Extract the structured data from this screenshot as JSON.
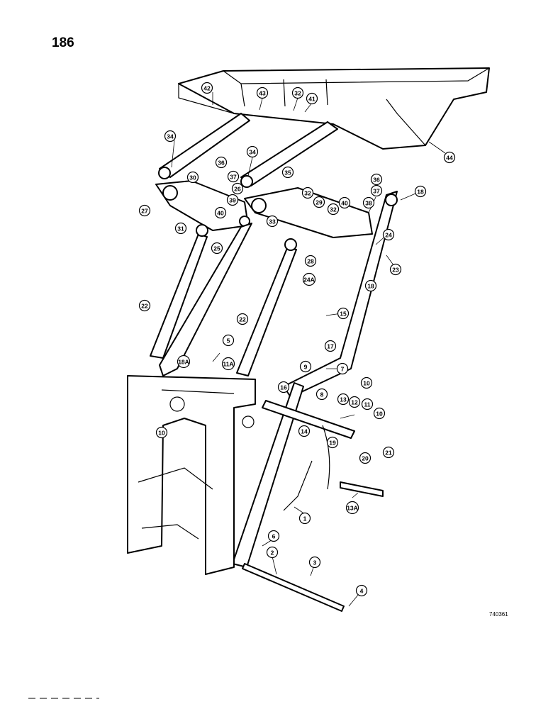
{
  "page": {
    "number": "186",
    "drawing_number": "740361"
  },
  "callouts": [
    {
      "id": "c42",
      "label": "42"
    },
    {
      "id": "c43",
      "label": "43"
    },
    {
      "id": "c32a",
      "label": "32"
    },
    {
      "id": "c41",
      "label": "41"
    },
    {
      "id": "c44",
      "label": "44"
    },
    {
      "id": "c34a",
      "label": "34"
    },
    {
      "id": "c34b",
      "label": "34"
    },
    {
      "id": "c35",
      "label": "35"
    },
    {
      "id": "c30",
      "label": "30"
    },
    {
      "id": "c36a",
      "label": "36"
    },
    {
      "id": "c37a",
      "label": "37"
    },
    {
      "id": "c26",
      "label": "26"
    },
    {
      "id": "c39",
      "label": "39"
    },
    {
      "id": "c40",
      "label": "40"
    },
    {
      "id": "c27",
      "label": "27"
    },
    {
      "id": "c31",
      "label": "31"
    },
    {
      "id": "c32b",
      "label": "32"
    },
    {
      "id": "c29",
      "label": "29"
    },
    {
      "id": "c32c",
      "label": "32"
    },
    {
      "id": "c33",
      "label": "33"
    },
    {
      "id": "c36b",
      "label": "36"
    },
    {
      "id": "c37b",
      "label": "37"
    },
    {
      "id": "c40b",
      "label": "40"
    },
    {
      "id": "c38",
      "label": "38"
    },
    {
      "id": "c18",
      "label": "18"
    },
    {
      "id": "c25",
      "label": "25"
    },
    {
      "id": "c24",
      "label": "24"
    },
    {
      "id": "c28",
      "label": "28"
    },
    {
      "id": "c23",
      "label": "23"
    },
    {
      "id": "c24a",
      "label": "24A"
    },
    {
      "id": "c18b",
      "label": "18"
    },
    {
      "id": "c22a",
      "label": "22"
    },
    {
      "id": "c22b",
      "label": "22"
    },
    {
      "id": "c15",
      "label": "15"
    },
    {
      "id": "c5",
      "label": "5"
    },
    {
      "id": "c17",
      "label": "17"
    },
    {
      "id": "c18a",
      "label": "18A"
    },
    {
      "id": "c11a",
      "label": "11A"
    },
    {
      "id": "c9",
      "label": "9"
    },
    {
      "id": "c7",
      "label": "7"
    },
    {
      "id": "c10a",
      "label": "10"
    },
    {
      "id": "c16",
      "label": "16"
    },
    {
      "id": "c8",
      "label": "8"
    },
    {
      "id": "c13",
      "label": "13"
    },
    {
      "id": "c12",
      "label": "12"
    },
    {
      "id": "c11",
      "label": "11"
    },
    {
      "id": "c10b",
      "label": "10"
    },
    {
      "id": "c10c",
      "label": "10"
    },
    {
      "id": "c14",
      "label": "14"
    },
    {
      "id": "c19",
      "label": "19"
    },
    {
      "id": "c20",
      "label": "20"
    },
    {
      "id": "c21",
      "label": "21"
    },
    {
      "id": "c13a",
      "label": "13A"
    },
    {
      "id": "c1",
      "label": "1"
    },
    {
      "id": "c6",
      "label": "6"
    },
    {
      "id": "c2",
      "label": "2"
    },
    {
      "id": "c3",
      "label": "3"
    },
    {
      "id": "c4",
      "label": "4"
    }
  ]
}
